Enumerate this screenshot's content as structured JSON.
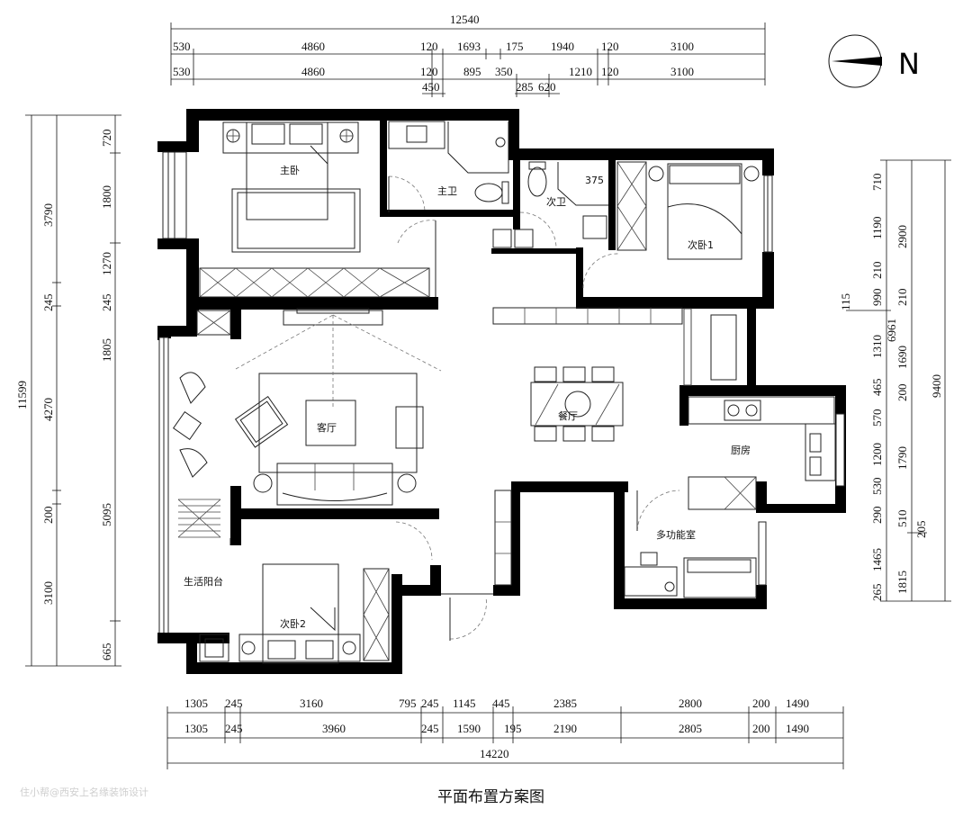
{
  "drawing": {
    "title": "平面布置方案图",
    "watermark": "住小帮@西安上名缘装饰设计",
    "north_label": "N"
  },
  "rooms": {
    "master_bedroom": "主卧",
    "master_bath": "主卫",
    "second_bath": "次卫",
    "bedroom1": "次卧1",
    "living_room": "客厅",
    "dining_room": "餐厅",
    "kitchen": "厨房",
    "multi_room": "多功能室",
    "balcony": "生活阳台",
    "bedroom2": "次卧2"
  },
  "dimensions": {
    "top_total": "12540",
    "top_row1": [
      "530",
      "4860",
      "120",
      "1693",
      "175",
      "1940",
      "120",
      "3100"
    ],
    "top_row2": [
      "530",
      "4860",
      "120",
      "895",
      "350",
      "1210",
      "120",
      "3100"
    ],
    "top_row3": [
      "450",
      "285",
      "620"
    ],
    "bottom_row1": [
      "1305",
      "245",
      "3160",
      "795",
      "245",
      "1145",
      "445",
      "2385",
      "2800",
      "200",
      "1490"
    ],
    "bottom_row2": [
      "1305",
      "245",
      "3960",
      "245",
      "1590",
      "195",
      "2190",
      "2805",
      "200",
      "1490"
    ],
    "bottom_total": "14220",
    "left_total": "11599",
    "left_col1": [
      "3790",
      "245",
      "4270",
      "200",
      "3100"
    ],
    "left_col2": [
      "720",
      "1800",
      "1270",
      "245",
      "1805",
      "5095",
      "665"
    ],
    "right_col1": [
      "710",
      "1190",
      "210",
      "990",
      "115",
      "1310",
      "465",
      "570",
      "1200",
      "530",
      "290",
      "1465",
      "265"
    ],
    "right_col2": [
      "2900",
      "210",
      "6961",
      "1690",
      "200",
      "1790",
      "510",
      "205",
      "1815"
    ],
    "right_total": "9400",
    "right_misc": "375"
  }
}
